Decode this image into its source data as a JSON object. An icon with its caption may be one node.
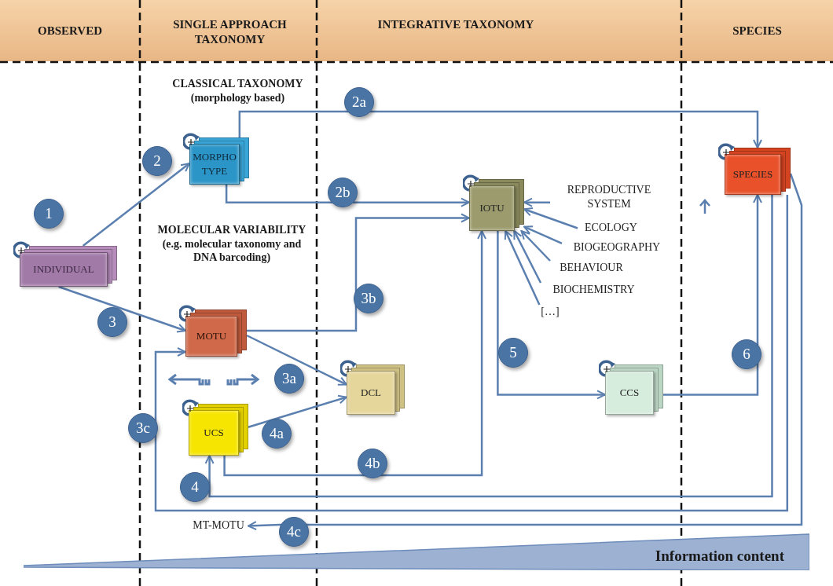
{
  "diagram": {
    "nodes": [
      {
        "text": [
          "INDIVIDUAL"
        ],
        "beside": [
          "1"
        ]
      },
      {
        "text": [
          "MORPHO TYPE"
        ]
      },
      {
        "text": [
          "MOTU"
        ]
      },
      {
        "text": [
          "UCS"
        ]
      },
      {
        "text": [
          "DCL"
        ]
      },
      {
        "text": [
          "IOTU"
        ]
      },
      {
        "text": [
          "CCS"
        ]
      },
      {
        "text": [
          "SPECIES"
        ]
      },
      {
        "text": [
          "REPRODUCTIVE SYSTEM"
        ]
      },
      {
        "text": [
          "ECOLOGY"
        ]
      },
      {
        "text": [
          "BIOGEOGRAPHY"
        ]
      },
      {
        "text": [
          "BEHAVIOUR"
        ]
      },
      {
        "text": [
          "BIOCHEMISTRY"
        ]
      },
      {
        "text": [
          "[…]"
        ]
      },
      {
        "text": [
          "MT-MOTU"
        ]
      },
      {
        "text": [
          "Information content"
        ]
      }
    ],
    "edges": [
      {
        "from": 0,
        "to": 1,
        "arrow": "to",
        "label": "2"
      },
      {
        "from": 0,
        "to": 2,
        "arrow": "to",
        "label": "3"
      },
      {
        "from": 1,
        "to": 7,
        "arrow": "to",
        "label": "2a"
      },
      {
        "from": 1,
        "to": 5,
        "arrow": "to",
        "label": "2b"
      },
      {
        "from": 2,
        "to": 5,
        "arrow": "to",
        "label": "3b"
      },
      {
        "from": 2,
        "to": 4,
        "arrow": "to",
        "label": "3a"
      },
      {
        "from": 3,
        "to": 4,
        "arrow": "to",
        "label": "4a"
      },
      {
        "from": 3,
        "to": 5,
        "arrow": "to",
        "label": "4b"
      },
      {
        "from": 5,
        "to": 6,
        "arrow": "to",
        "label": "5"
      },
      {
        "from": 6,
        "to": 7,
        "arrow": "to",
        "label": "6"
      },
      {
        "from": 7,
        "to": 3,
        "arrow": "to",
        "label": "4"
      },
      {
        "from": 7,
        "to": 2,
        "arrow": "to",
        "label": "3c"
      },
      {
        "from": 7,
        "to": 14,
        "arrow": "to",
        "label": "4c"
      },
      {
        "from": 8,
        "to": 5,
        "arrow": "to"
      },
      {
        "from": 9,
        "to": 5,
        "arrow": "to"
      },
      {
        "from": 10,
        "to": 5,
        "arrow": "to"
      },
      {
        "from": 11,
        "to": 5,
        "arrow": "to"
      },
      {
        "from": 12,
        "to": 5,
        "arrow": "to"
      },
      {
        "from": 13,
        "to": 5,
        "arrow": "to"
      }
    ],
    "labels": [
      "OBSERVED",
      "SINGLE APPROACH TAXONOMY",
      "INTEGRATIVE TAXONOMY",
      "SPECIES",
      "CLASSICAL TAXONOMY (morphology based)",
      "MOLECULAR VARIABILITY (e.g. molecular taxonomy and DNA barcoding)"
    ]
  }
}
